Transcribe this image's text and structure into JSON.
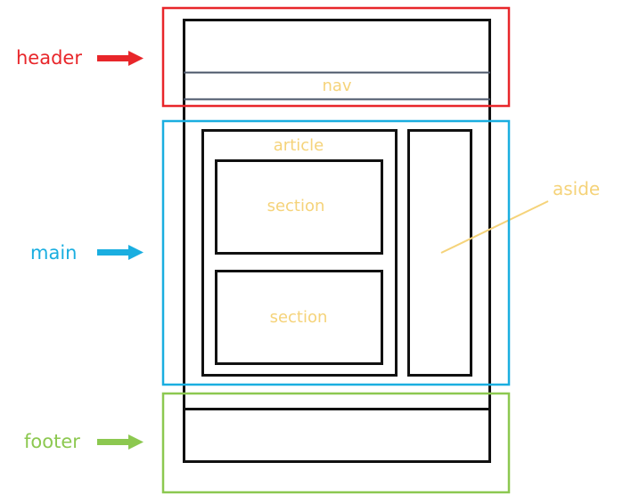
{
  "colors": {
    "header": "#e8262a",
    "main": "#1aaee0",
    "footer": "#8cc850",
    "structure": "#111111",
    "tag_label": "#f5d37a",
    "nav_border": "#4a5568"
  },
  "side_labels": {
    "header": "header",
    "main": "main",
    "footer": "footer"
  },
  "tag_labels": {
    "nav": "nav",
    "article": "article",
    "section_1": "section",
    "section_2": "section",
    "aside": "aside"
  }
}
